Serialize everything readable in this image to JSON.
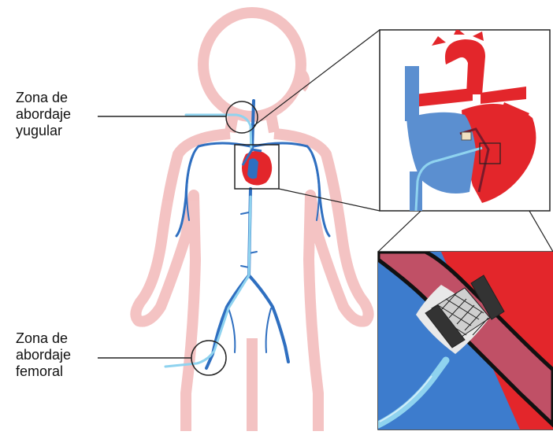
{
  "labels": {
    "jugular": {
      "line1": "Zona de",
      "line2": "abordaje",
      "line3": "yugular"
    },
    "femoral": {
      "line1": "Zona de",
      "line2": "abordaje",
      "line3": "femoral"
    }
  },
  "colors": {
    "body_outline": "#f2b8b8",
    "vein_blue": "#2f6fc0",
    "artery_red": "#e3262b",
    "catheter": "#8fd3ef",
    "septum_pink": "#c05066",
    "device_mesh": "#333333"
  }
}
